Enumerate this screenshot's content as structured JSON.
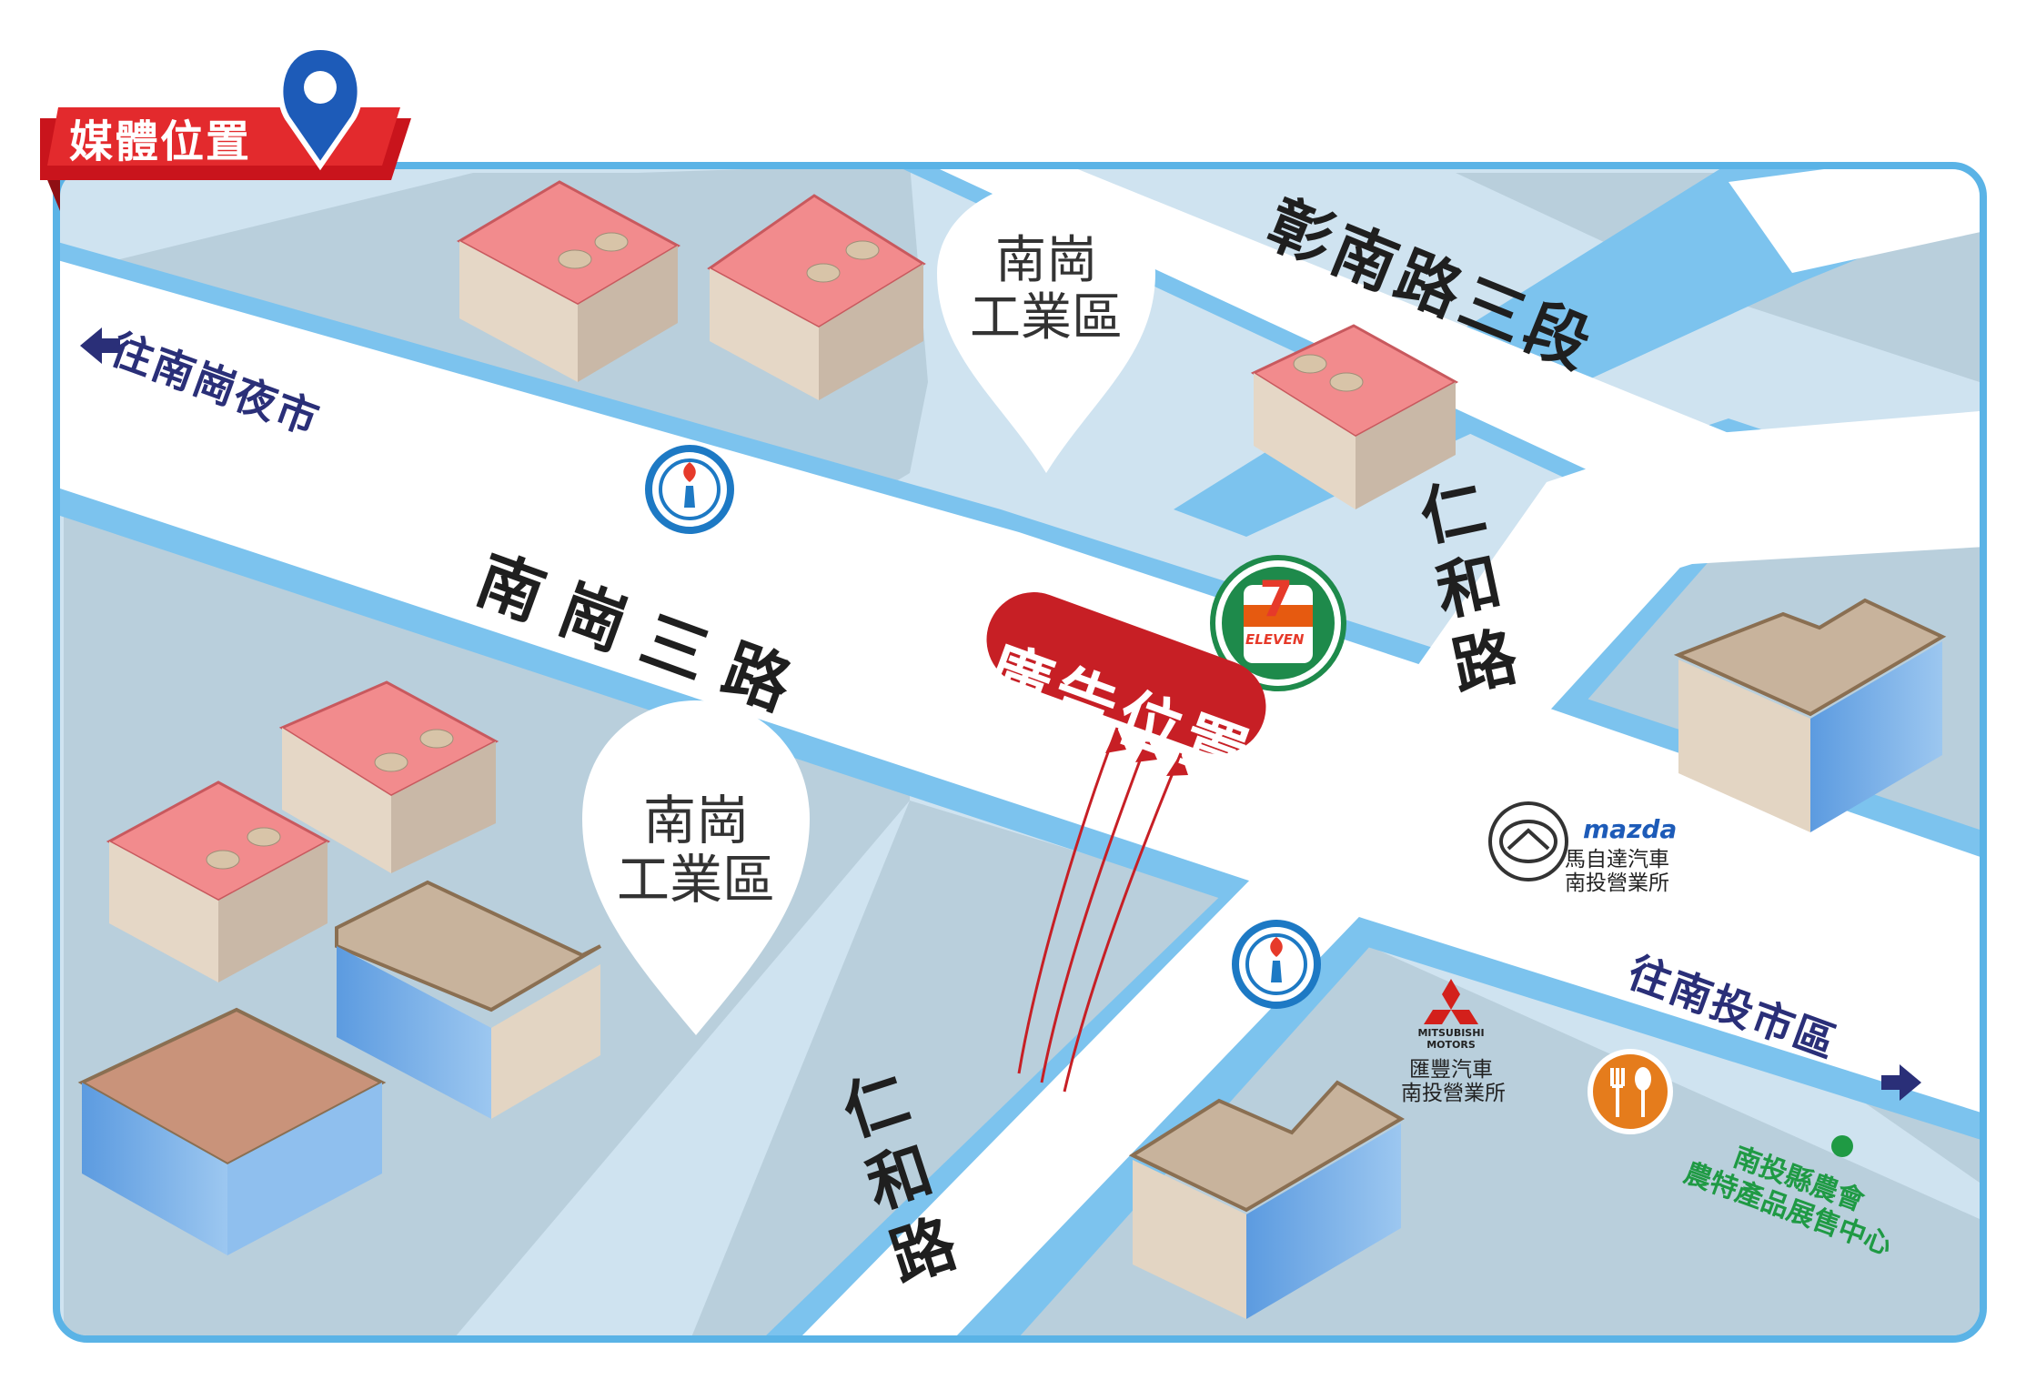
{
  "header": {
    "title": "媒體位置"
  },
  "roads": {
    "main_road": "南崗三路",
    "upper_road": "彰南路三段",
    "cross_road_upper": "仁和路",
    "cross_road_lower": "仁和路"
  },
  "districts": {
    "upper": [
      "南崗",
      "工業區"
    ],
    "lower": [
      "南崗",
      "工業區"
    ]
  },
  "ad_marker": {
    "label": "廣告位置"
  },
  "directions": {
    "west": "往南崗夜市",
    "east": "往南投市區"
  },
  "poi": {
    "convenience_store": {
      "brand": "ELEVEN",
      "numeral": "7"
    },
    "mazda": {
      "brand": "mazda",
      "line1": "馬自達汽車",
      "line2": "南投營業所"
    },
    "mitsubishi": {
      "brand_line1": "MITSUBISHI",
      "brand_line2": "MOTORS",
      "line1": "匯豐汽車",
      "line2": "南投營業所"
    },
    "farm_center": {
      "line1": "南投縣農會",
      "line2": "農特產品展售中心"
    }
  },
  "colors": {
    "frame": "#5ab3e6",
    "road_edge": "#7cc3ee",
    "block": "#b9cfdc",
    "ad_red": "#c71f25",
    "header_red": "#c9141c",
    "direction_text": "#2a2f78",
    "poi_green": "#1f9a44"
  },
  "icons": {
    "header_pin": "location-pin-icon",
    "gas_station": "torch-gas-station-icon",
    "restaurant": "fork-spoon-icon",
    "arrow_west": "arrow-left-icon",
    "arrow_east": "arrow-right-icon"
  }
}
